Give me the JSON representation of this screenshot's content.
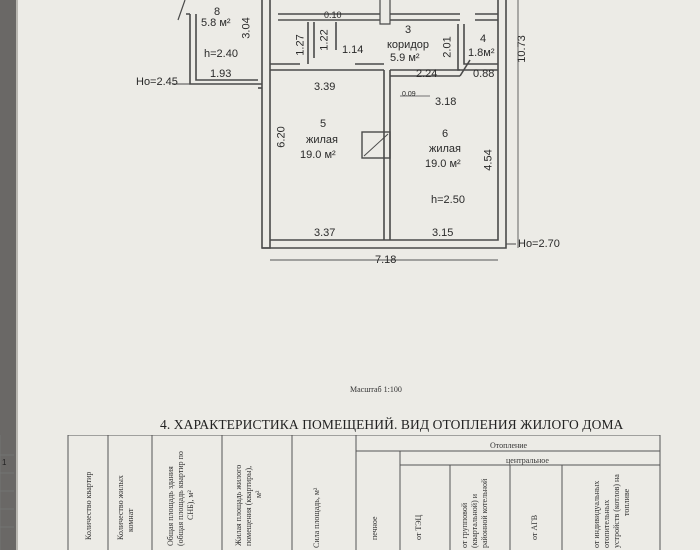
{
  "floorplan": {
    "rooms": [
      {
        "number": "8",
        "area": "5.8 м²"
      },
      {
        "number": "3",
        "name": "коридор",
        "area": "5.9 м²"
      },
      {
        "number": "4",
        "area": "1.8м²"
      },
      {
        "number": "5",
        "name": "жилая",
        "area": "19.0 м²"
      },
      {
        "number": "6",
        "name": "жилая",
        "area": "19.0 м²"
      }
    ],
    "heights": {
      "room8": "h=2.40",
      "main": "h=2.50"
    },
    "levels": {
      "left": "Ho=2.45",
      "right": "Ho=2.70"
    },
    "dims": {
      "d304": "3.04",
      "d010": "0.10",
      "d127": "1.27",
      "d122": "1.22",
      "d114": "1.14",
      "d201": "2.01",
      "d1073": "10.73",
      "d193": "1.93",
      "d224": "2.24",
      "d088": "0.88",
      "d339": "3.39",
      "d009": "0.09",
      "d318": "3.18",
      "d620": "6.20",
      "d454": "4.54",
      "d337": "3.37",
      "d315": "3.15",
      "d718": "7.18"
    },
    "scale_label": "Масштаб 1:100"
  },
  "section": {
    "title": "4. ХАРАКТЕРИСТИКА ПОМЕЩЕНИЙ. ВИД ОТОПЛЕНИЯ ЖИЛОГО ДОМА"
  },
  "table": {
    "group_heating": "Отопление",
    "group_central": "центральное",
    "col1": "Количество квартир",
    "col2a": "Количество жилых",
    "col2b": "комнат",
    "col3a": "Общая площадь здания",
    "col3b": "(общая площадь квартир по",
    "col3c": "СНБ), м²",
    "col4a": "Жилая площадь жилого",
    "col4b": "помещения (квартиры),",
    "col4c": "м²",
    "col5": "Сила площадь, м²",
    "col6": "печное",
    "col7": "от ТЭЦ",
    "col8a": "от групповой",
    "col8b": "(квартальной) и",
    "col8c": "районной котельной",
    "col9": "от АГВ",
    "col10a": "от индивидуальных",
    "col10b": "отопительных",
    "col10c": "устройств (котлов) на",
    "col10d": "топливе"
  },
  "margin_mark": "1"
}
